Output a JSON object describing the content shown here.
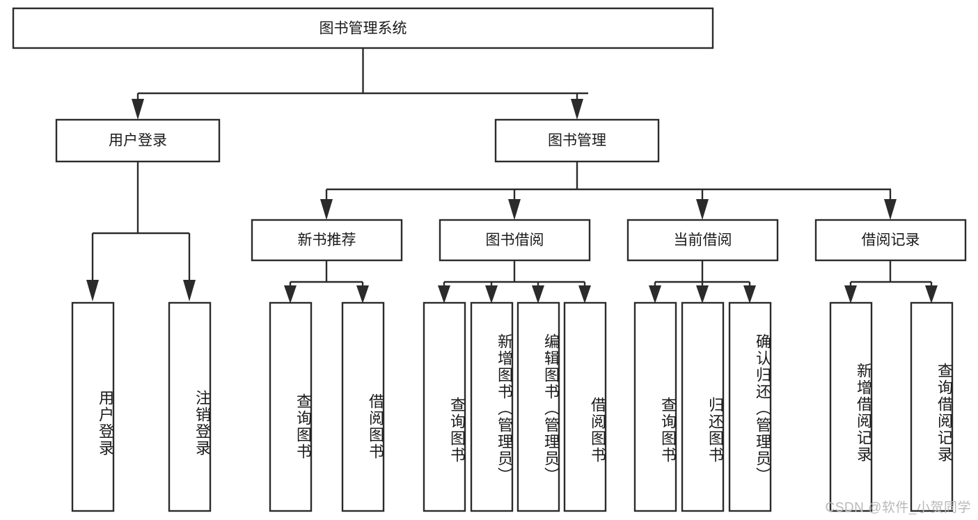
{
  "diagram": {
    "title": "图书管理系统",
    "type": "tree-hierarchy",
    "watermark": "CSDN @软件_小贺同学",
    "root": {
      "id": "root",
      "label": "图书管理系统"
    },
    "level2": [
      {
        "id": "user-login",
        "label": "用户登录"
      },
      {
        "id": "book-manage",
        "label": "图书管理"
      }
    ],
    "level3": [
      {
        "id": "new-book-rec",
        "label": "新书推荐",
        "parent": "book-manage"
      },
      {
        "id": "book-borrow",
        "label": "图书借阅",
        "parent": "book-manage"
      },
      {
        "id": "current-borrow",
        "label": "当前借阅",
        "parent": "book-manage"
      },
      {
        "id": "borrow-record",
        "label": "借阅记录",
        "parent": "book-manage"
      }
    ],
    "leaves": [
      {
        "id": "leaf-user-login",
        "label": "用户登录",
        "parent": "user-login"
      },
      {
        "id": "leaf-logout-login",
        "label": "注销登录",
        "parent": "user-login"
      },
      {
        "id": "leaf-query-book-1",
        "label": "查询图书",
        "parent": "new-book-rec"
      },
      {
        "id": "leaf-borrow-book-1",
        "label": "借阅图书",
        "parent": "new-book-rec"
      },
      {
        "id": "leaf-query-book-2",
        "label": "查询图书",
        "parent": "book-borrow"
      },
      {
        "id": "leaf-add-book",
        "label": "新增图书（管理员）",
        "parent": "book-borrow"
      },
      {
        "id": "leaf-edit-book",
        "label": "编辑图书（管理员）",
        "parent": "book-borrow"
      },
      {
        "id": "leaf-borrow-book-2",
        "label": "借阅图书",
        "parent": "book-borrow"
      },
      {
        "id": "leaf-query-book-3",
        "label": "查询图书",
        "parent": "current-borrow"
      },
      {
        "id": "leaf-return-book",
        "label": "归还图书",
        "parent": "current-borrow"
      },
      {
        "id": "leaf-confirm-return",
        "label": "确认归还（管理员）",
        "parent": "current-borrow"
      },
      {
        "id": "leaf-add-record",
        "label": "新增借阅记录",
        "parent": "borrow-record"
      },
      {
        "id": "leaf-query-record",
        "label": "查询借阅记录",
        "parent": "borrow-record"
      }
    ],
    "colors": {
      "stroke": "#2b2b2b",
      "fill": "#ffffff",
      "text": "#1a1a1a",
      "watermark": "#b9b9b9"
    }
  }
}
